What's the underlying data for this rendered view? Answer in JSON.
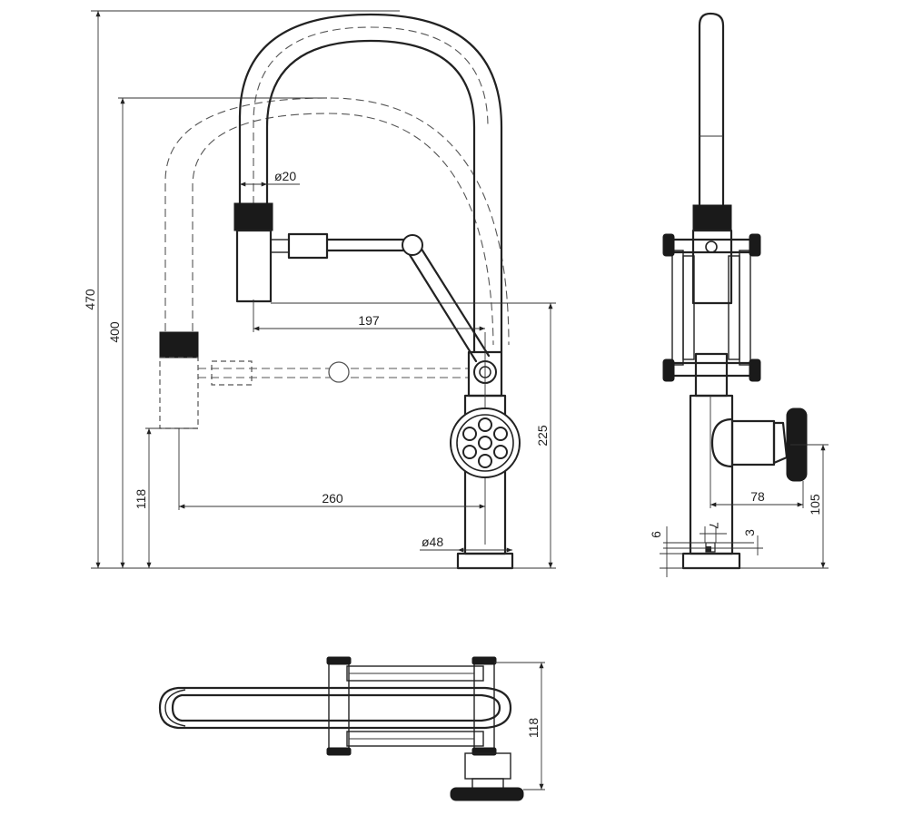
{
  "dimensions": {
    "total_height": "470",
    "spout_height": "400",
    "reach_pulled": "197",
    "reach": "260",
    "base_to_outlet_pulled": "225",
    "outlet_height": "118",
    "hose_diameter": "ø20",
    "base_diameter": "ø48",
    "handle_offset": "78",
    "handle_height": "105",
    "base_thickness": "6",
    "mount_small_1": "7",
    "mount_small_2": "3",
    "top_view_depth": "118"
  }
}
